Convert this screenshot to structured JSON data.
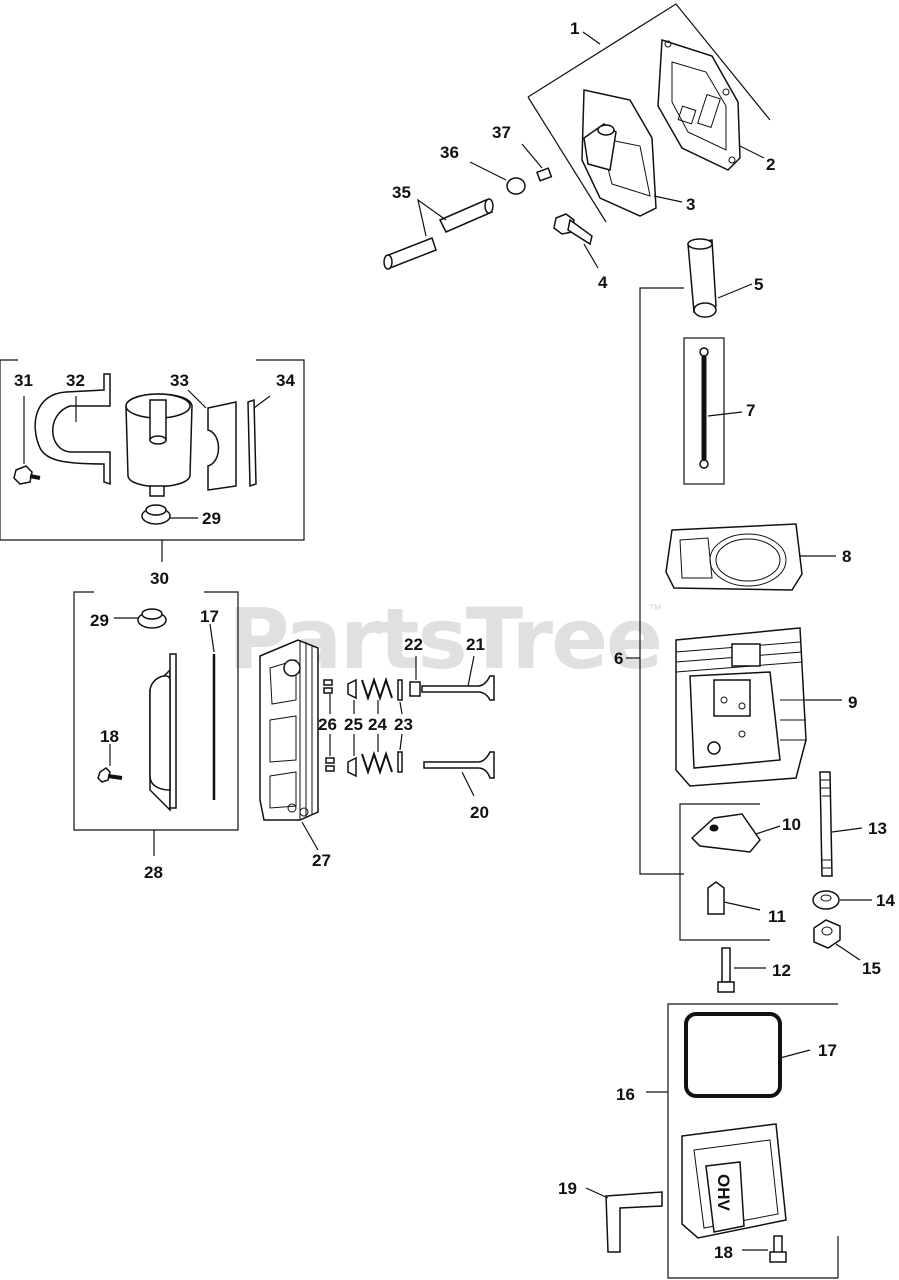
{
  "watermark": {
    "brand": "PartsTree",
    "tm": "™"
  },
  "callouts": {
    "c1": "1",
    "c2": "2",
    "c3": "3",
    "c4": "4",
    "c5": "5",
    "c6": "6",
    "c7": "7",
    "c8": "8",
    "c9": "9",
    "c10": "10",
    "c11": "11",
    "c12": "12",
    "c13": "13",
    "c14": "14",
    "c15": "15",
    "c16": "16",
    "c17a": "17",
    "c17b": "17",
    "c18a": "18",
    "c18b": "18",
    "c19": "19",
    "c20": "20",
    "c21": "21",
    "c22": "22",
    "c23": "23",
    "c24": "24",
    "c25": "25",
    "c26": "26",
    "c27": "27",
    "c28": "28",
    "c29a": "29",
    "c29b": "29",
    "c30": "30",
    "c31": "31",
    "c32": "32",
    "c33": "33",
    "c34": "34",
    "c35": "35",
    "c36": "36",
    "c37": "37"
  },
  "cover_logo": "OHV"
}
